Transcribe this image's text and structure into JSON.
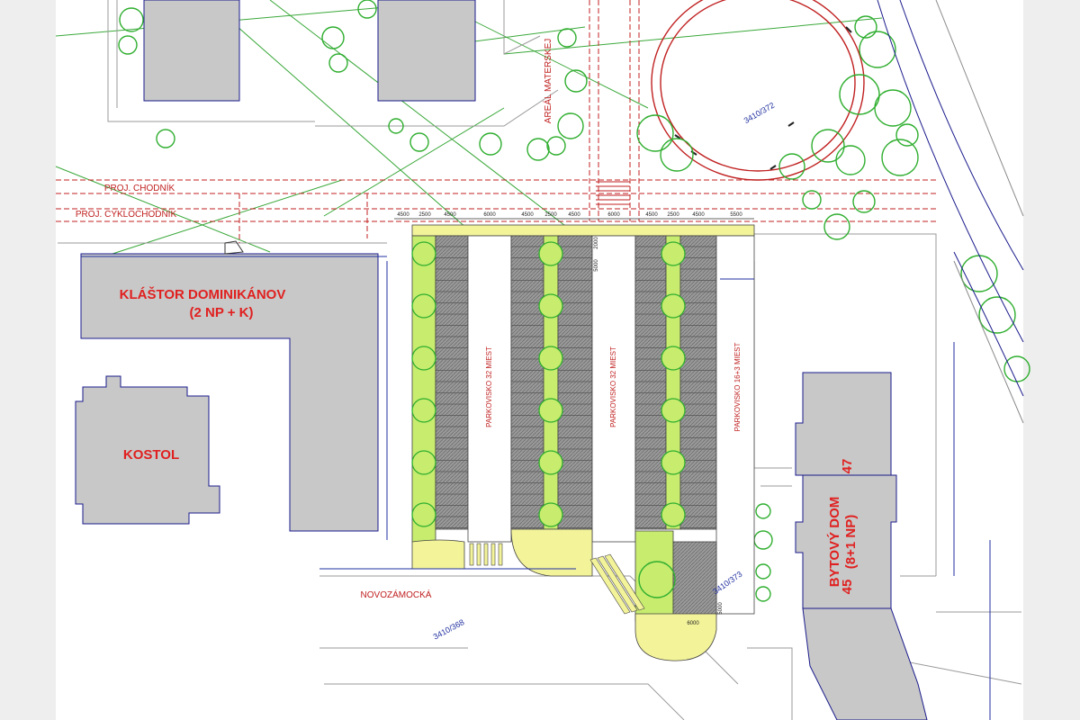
{
  "buildings": {
    "monastery_name": "KLÁŠTOR DOMINIKÁNOV",
    "monastery_floors": "(2 NP + K)",
    "church": "KOSTOL",
    "apartment_name": "BYTOVÝ DOM",
    "apartment_floors": "(8+1 NP)",
    "house_no_upper": "47",
    "house_no_lower": "45",
    "kindergarten": "AREÁL MATERSKEJ"
  },
  "paths": {
    "footpath": "PROJ. CHODNÍK",
    "cyclepath": "PROJ. CYKLOCHODNÍK"
  },
  "streets": {
    "main": "NOVOZÁMOCKÁ"
  },
  "parking": {
    "lot_west": "PARKOVISKO 32 MIEST",
    "lot_middle": "PARKOVISKO 32 MIEST",
    "lot_east": "PARKOVISKO 16+3 MIEST"
  },
  "parcels": {
    "parcel_372": "3410/372",
    "parcel_373": "3410/373",
    "parcel_368": "3410/368"
  },
  "dimensions": {
    "d1": "4500",
    "d2": "2500",
    "d3": "4500",
    "d4": "6000",
    "d5": "4500",
    "d6": "2500",
    "d7": "4500",
    "d8": "6000",
    "d9": "4500",
    "d10": "2500",
    "d11": "4500",
    "d12": "5500",
    "v1": "2000",
    "v2": "5000",
    "v3": "5000",
    "v4": "6000"
  },
  "colors": {
    "building_fill": "#c8c8c8",
    "building_stroke": "#1a1a8c",
    "label_red": "#e02020",
    "grass_green": "#c7ec6e",
    "parking_gray": "#8c8c8c",
    "sand_yellow": "#f3f39a",
    "tree_green": "#2fae2f",
    "project_red": "#c02020",
    "parcel_blue": "#2030a0"
  }
}
